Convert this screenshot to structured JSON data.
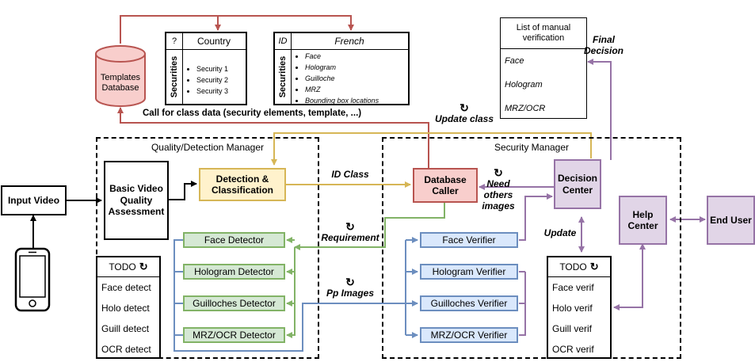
{
  "templates_db": {
    "label": "Templates Database"
  },
  "country_table": {
    "corner": "?",
    "title": "Country",
    "side": "Securities",
    "items": [
      "Security 1",
      "Security 2",
      "Security 3"
    ]
  },
  "french_table": {
    "corner": "ID",
    "title": "French",
    "side": "Securities",
    "items": [
      "Face",
      "Hologram",
      "Guilloche",
      "MRZ",
      "Bounding box locations"
    ]
  },
  "manual_list": {
    "title": "List of manual verification",
    "items": [
      "Face",
      "Hologram",
      "MRZ/OCR"
    ]
  },
  "input_video": {
    "label": "Input Video"
  },
  "quality_manager": {
    "title": "Quality/Detection Manager"
  },
  "security_manager": {
    "title": "Security Manager"
  },
  "basic_video": {
    "label": "Basic Video Quality Assessment"
  },
  "detection": {
    "label": "Detection & Classification"
  },
  "database_caller": {
    "label": "Database Caller"
  },
  "decision_center": {
    "label": "Decision Center"
  },
  "help_center": {
    "label": "Help Center"
  },
  "end_user": {
    "label": "End User"
  },
  "detectors": [
    "Face Detector",
    "Hologram Detector",
    "Guilloches Detector",
    "MRZ/OCR Detector"
  ],
  "verifiers": [
    "Face Verifier",
    "Hologram Verifier",
    "Guilloches Verifier",
    "MRZ/OCR Verifier"
  ],
  "todo_left": {
    "title": "TODO",
    "items": [
      "Face detect",
      "Holo detect",
      "Guill detect",
      "OCR detect"
    ]
  },
  "todo_right": {
    "title": "TODO",
    "items": [
      "Face verif",
      "Holo verif",
      "Guill verif",
      "OCR verif"
    ]
  },
  "labels": {
    "call_class_data": "Call for class data (security elements, template, ...)",
    "update_class": "Update class",
    "id_class": "ID Class",
    "need_others": "Need others images",
    "requirement": "Requirement",
    "pp_images": "Pp Images",
    "update": "Update",
    "final_decision": "Final Decision"
  },
  "icons": {
    "refresh": "refresh-icon",
    "phone": "smartphone-icon",
    "database": "database-cylinder-icon"
  },
  "colors": {
    "red": "#b85450",
    "yellow": "#d6b656",
    "green": "#82b366",
    "blue": "#6c8ebf",
    "purple": "#9673a6"
  }
}
